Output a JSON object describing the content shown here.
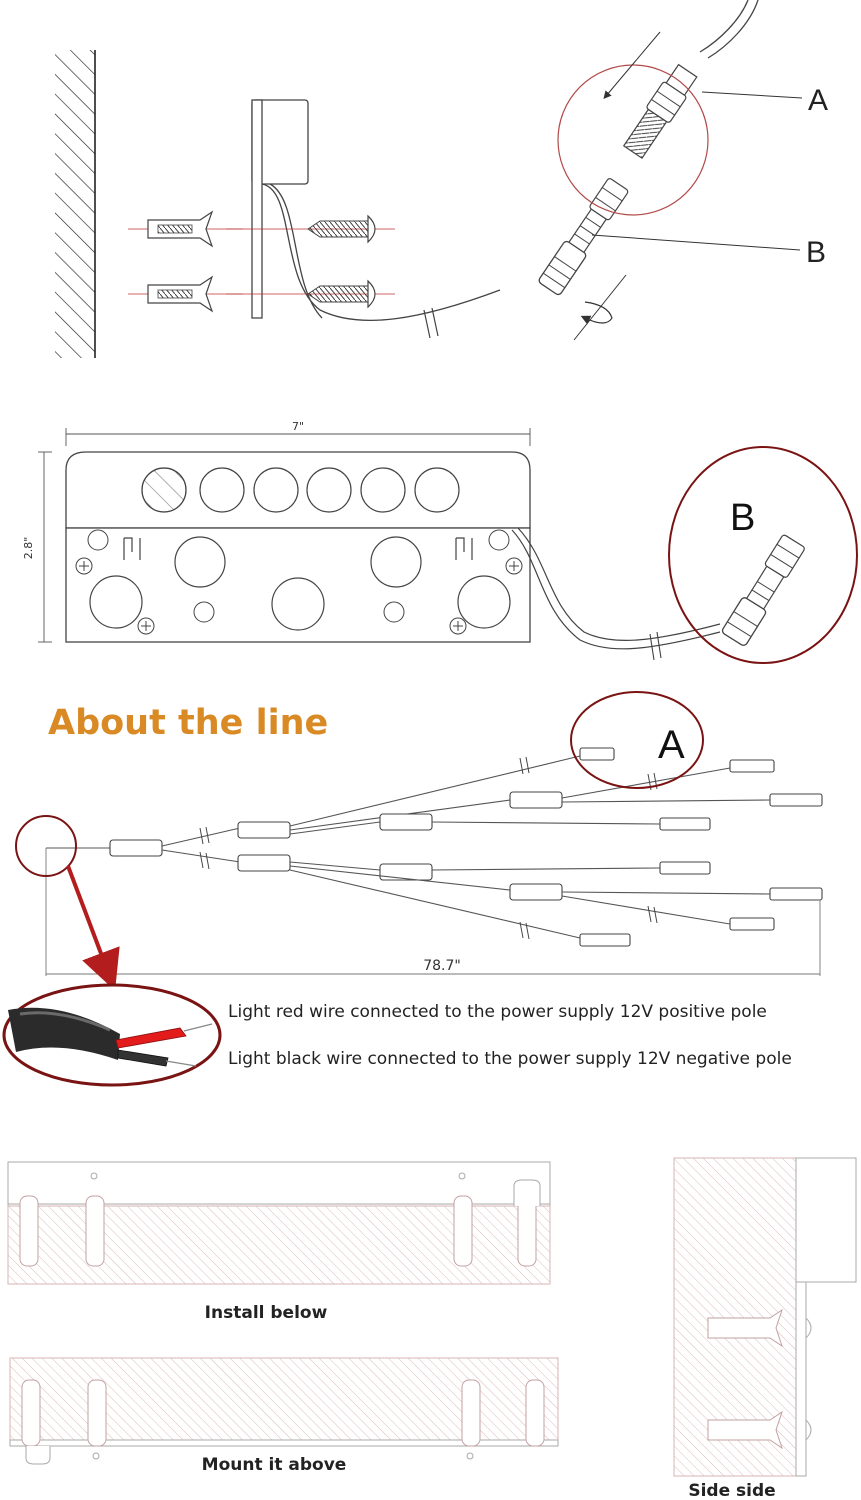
{
  "install_view": {
    "label_a": "A",
    "label_b": "B"
  },
  "dimensions_view": {
    "width_label": "7\"",
    "height_label": "2.8\"",
    "zoom_label": "B"
  },
  "line_section": {
    "heading": "About the line",
    "zoom_label": "A",
    "length_label": "78.7\"",
    "red_wire_note": "Light red wire connected to the power supply 12V positive pole",
    "black_wire_note": "Light black wire connected to the power supply 12V negative pole"
  },
  "mounting": {
    "below_caption": "Install below",
    "above_caption": "Mount it above",
    "side_caption": "Side side"
  },
  "colors": {
    "heading": "#d98a25",
    "callout_circle": "#7a1313",
    "arrow": "#b31d1d",
    "red_wire": "#e31b1b",
    "hatch": "#d8b6b6"
  }
}
